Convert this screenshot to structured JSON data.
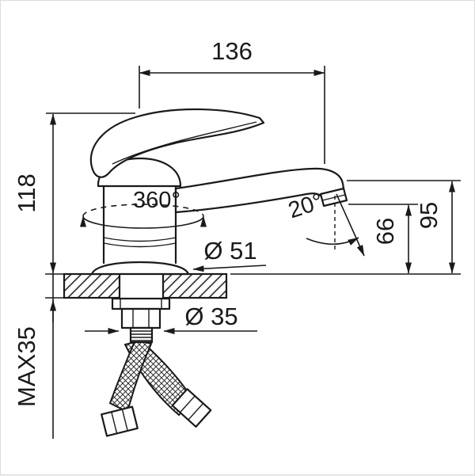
{
  "diagram": {
    "labels": {
      "spout_reach": "136",
      "body_height": "118",
      "max_thickness": "MAX35",
      "height_outer": "95",
      "height_inner": "66",
      "swivel_angle": "360°",
      "spout_angle": "20°",
      "base_diameter": "Ø 51",
      "hole_diameter": "Ø 35"
    },
    "colors": {
      "line": "#1a1a1a",
      "background": "#ffffff"
    }
  }
}
